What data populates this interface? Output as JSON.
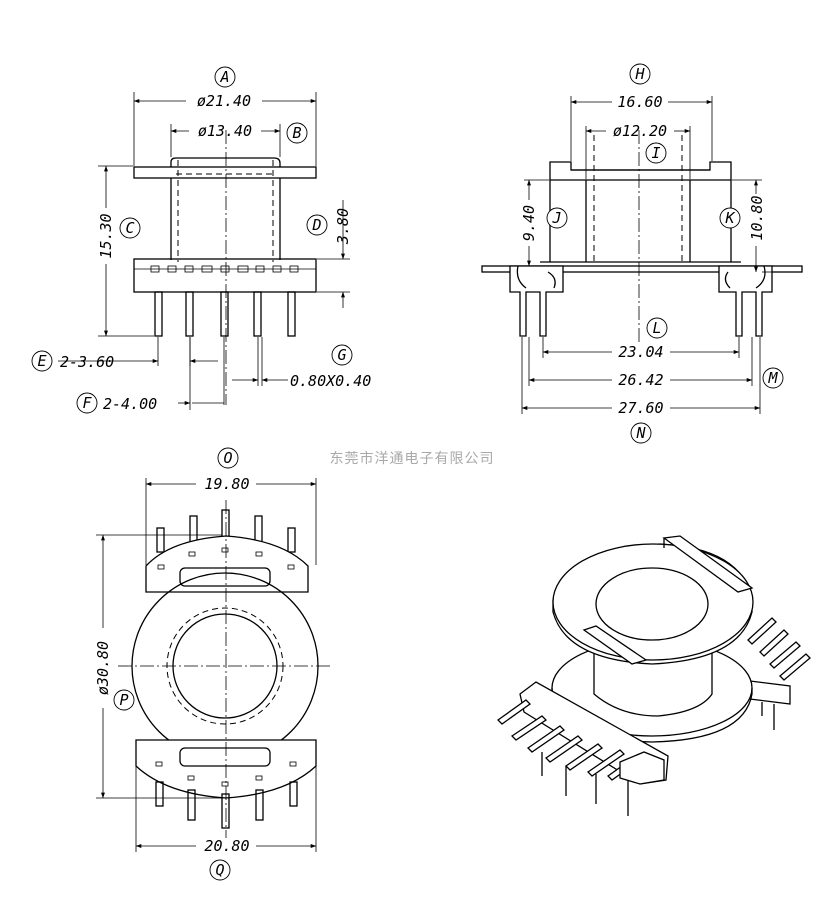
{
  "watermark": "东莞市洋通电子有限公司",
  "front_view": {
    "dims": {
      "flange_dia": "ø21.40",
      "core_dia": "ø13.40",
      "total_height": "15.30",
      "base_height": "3.80",
      "pitch_e": "2-3.60",
      "pitch_f": "2-4.00",
      "pin_size": "0.80X0.40"
    },
    "labels": {
      "a": "A",
      "b": "B",
      "c": "C",
      "d": "D",
      "e": "E",
      "f": "F",
      "g": "G"
    }
  },
  "side_view": {
    "dims": {
      "top_width": "16.60",
      "inner_dia": "ø12.20",
      "winding_height": "9.40",
      "overall_height": "10.80",
      "pin_span_inner": "23.04",
      "pin_span_mid": "26.42",
      "pin_span_outer": "27.60"
    },
    "labels": {
      "h": "H",
      "i": "I",
      "j": "J",
      "k": "K",
      "l": "L",
      "m": "M",
      "n": "N"
    }
  },
  "bottom_view": {
    "dims": {
      "top_width": "19.80",
      "overall_dia": "ø30.80",
      "bottom_width": "20.80"
    },
    "labels": {
      "o": "O",
      "p": "P",
      "q": "Q"
    }
  }
}
